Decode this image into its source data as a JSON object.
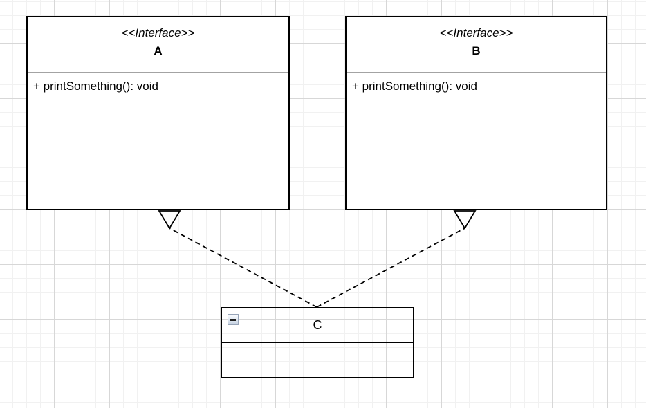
{
  "diagram": {
    "type": "uml-class-diagram",
    "nodes": {
      "a": {
        "stereotype": "<<Interface>>",
        "name": "A",
        "method": "+ printSomething(): void"
      },
      "b": {
        "stereotype": "<<Interface>>",
        "name": "B",
        "method": "+ printSomething(): void"
      },
      "c": {
        "name": "C",
        "collapse_icon": "minus-icon"
      }
    },
    "edges": [
      {
        "from": "C",
        "to": "A",
        "type": "realization",
        "line": "dashed",
        "arrowhead": "hollow-triangle"
      },
      {
        "from": "C",
        "to": "B",
        "type": "realization",
        "line": "dashed",
        "arrowhead": "hollow-triangle"
      }
    ],
    "colors": {
      "node_border": "#000000",
      "node_fill": "#ffffff",
      "title_divider": "#a3a3a3",
      "edge": "#000000",
      "grid_minor": "#f1f1f1",
      "grid_major": "#d7d7d7",
      "background": "#ffffff"
    }
  }
}
